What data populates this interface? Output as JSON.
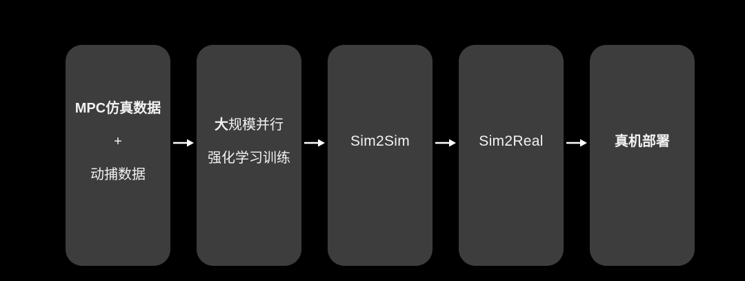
{
  "colors": {
    "background": "#000000",
    "box_fill": "#3d3d3d",
    "text": "#f2f2f2",
    "arrow": "#ffffff"
  },
  "icons": {
    "arrow_right": "right-arrow"
  },
  "flow": {
    "steps": [
      {
        "id": "training-data",
        "lines": [
          "MPC仿真数据",
          "+",
          "动捕数据"
        ]
      },
      {
        "id": "rl-training",
        "line1_bold": "大",
        "line1_rest": "规模并行",
        "line2": "强化学习训练"
      },
      {
        "id": "sim2sim",
        "label": "Sim2Sim"
      },
      {
        "id": "sim2real",
        "label": "Sim2Real"
      },
      {
        "id": "deploy",
        "label": "真机部署"
      }
    ]
  }
}
